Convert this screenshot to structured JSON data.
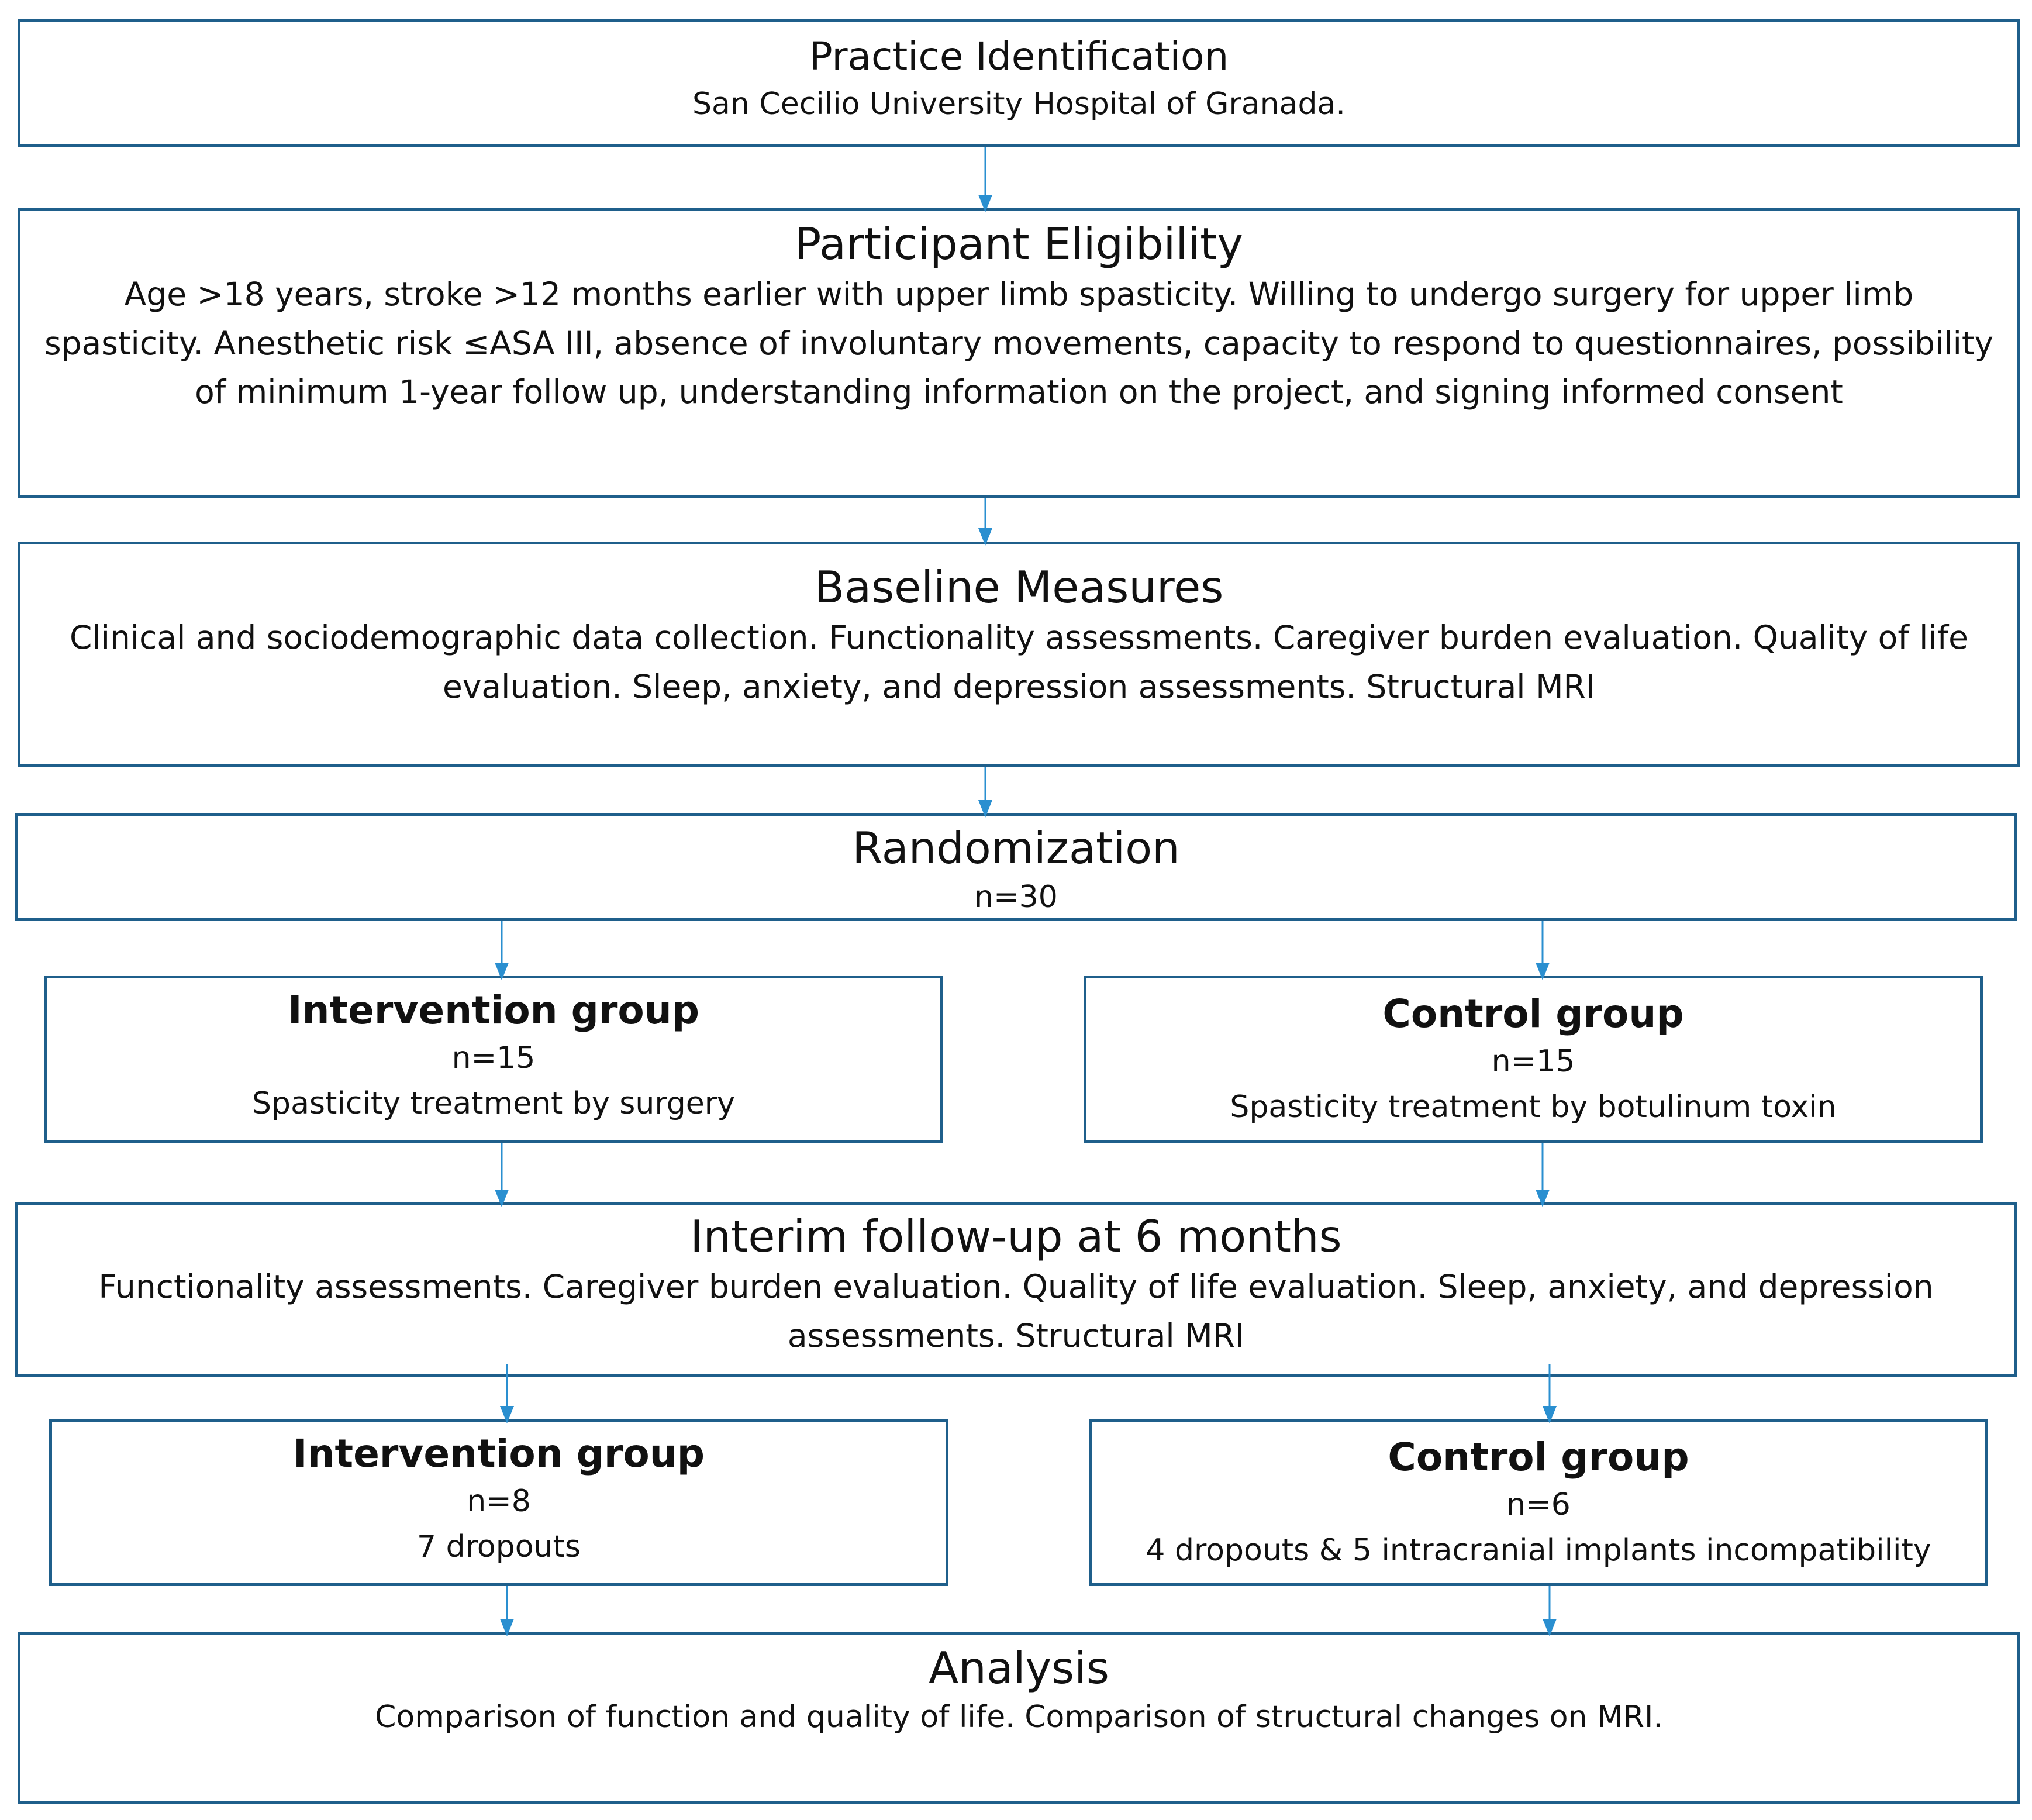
{
  "practice": {
    "title": "Practice Identification",
    "text": "San Cecilio University Hospital of Granada."
  },
  "eligibility": {
    "title": "Participant Eligibility",
    "text": "Age >18 years, stroke >12 months earlier with upper limb spasticity. Willing to undergo surgery for upper limb spasticity. Anesthetic risk ≤ASA III, absence of involuntary movements, capacity to respond to questionnaires, possibility of minimum 1-year follow up, understanding information on the project, and signing informed consent"
  },
  "baseline": {
    "title": "Baseline Measures",
    "text": "Clinical and sociodemographic data collection. Functionality assessments. Caregiver burden evaluation. Quality of life evaluation. Sleep, anxiety, and depression assessments. Structural MRI"
  },
  "randomization": {
    "title": "Randomization",
    "n": "n=30"
  },
  "groups_initial": {
    "intervention": {
      "title": "Intervention group",
      "n": "n=15",
      "text": "Spasticity treatment by surgery"
    },
    "control": {
      "title": "Control group",
      "n": "n=15",
      "text": "Spasticity treatment by botulinum toxin"
    }
  },
  "interim": {
    "title": "Interim follow-up at 6 months",
    "text": "Functionality assessments. Caregiver burden evaluation. Quality of life evaluation. Sleep, anxiety, and depression assessments. Structural MRI"
  },
  "groups_followup": {
    "intervention": {
      "title": "Intervention group",
      "n": "n=8",
      "text": "7 dropouts"
    },
    "control": {
      "title": "Control group",
      "n": "n=6",
      "text": "4 dropouts & 5 intracranial implants incompatibility"
    }
  },
  "analysis": {
    "title": "Analysis",
    "text": "Comparison of function and quality of life. Comparison of structural changes on MRI."
  },
  "colors": {
    "box_border": "#1f5f8b",
    "arrow": "#2a8fd0",
    "text": "#111111"
  }
}
